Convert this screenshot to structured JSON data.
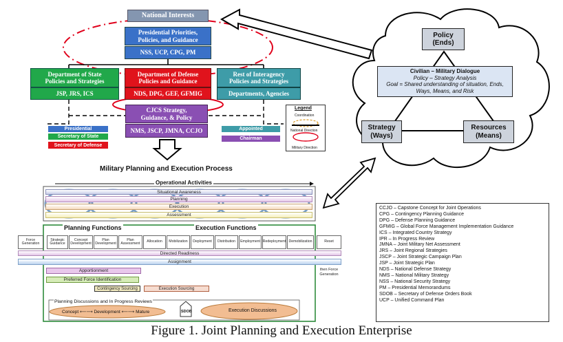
{
  "national": {
    "interests": "National Interests",
    "presidential_line1": "Presidential Priorities,",
    "presidential_line2": "Policies, and Guidance",
    "presidential_docs": "NSS, UCP, CPG, PM"
  },
  "state": {
    "line1": "Department of State",
    "line2": "Policies and Strategies",
    "docs": "JSP, JRS, ICS"
  },
  "defense": {
    "line1": "Department of  Defense",
    "line2": "Policies and Guidance",
    "docs": "NDS, DPG, GEF, GFMIG"
  },
  "interagency": {
    "line1": "Rest of Interagency",
    "line2": "Policies and Strategies",
    "docs": "Departments, Agencies"
  },
  "cjcs": {
    "line1": "CJCS Strategy,",
    "line2": "Guidance, & Policy",
    "docs": "NMS, JSCP, JMNA, CCJO"
  },
  "left_legend": {
    "presidential": "Presidential",
    "secstate": "Secretary of State",
    "secdef": "Secretary of Defense"
  },
  "right_legend": {
    "appointed": "Appointed",
    "chairman": "Chairman"
  },
  "legend": {
    "title": "Legend",
    "coordination": "Coordination",
    "national_direction": "National Direction",
    "military_direction": "Military Direction"
  },
  "cloud": {
    "policy_line1": "Policy",
    "policy_line2": "(Ends)",
    "strategy_line1": "Strategy",
    "strategy_line2": "(Ways)",
    "resources_line1": "Resources",
    "resources_line2": "(Means)",
    "dialogue_title": "Civilian – Military  Dialogue",
    "dialogue_line2": "Policy – Strategy Analysis",
    "dialogue_line3": "Goal = Shared understanding of situation,  Ends,",
    "dialogue_line4": "Ways, Means, and Risk"
  },
  "process": {
    "title": "Military Planning and Execution Process",
    "operational_activities": "Operational Activities",
    "situational_awareness": "Situational Awareness",
    "planning": "Planning",
    "execution": "Execution",
    "assessment": "Assessment",
    "planning_functions": "Planning Functions",
    "execution_functions": "Execution Functions",
    "columns": [
      "Force Generation",
      "Strategic Guidance",
      "Concept Development",
      "Plan Development",
      "Plan Assessment",
      "Allocation",
      "Mobilization",
      "Deployment",
      "Distribution",
      "Employment",
      "Redeployment",
      "Demobilization",
      "Reset"
    ],
    "directed_readiness": "Directed Readiness",
    "assignment": "Assignment",
    "apportionment": "Apportionment",
    "preferred_force": "Preferred Force Identification",
    "contingency_sourcing": "Contingency Sourcing",
    "execution_sourcing": "Execution Sourcing",
    "then_force_line1": "then Force",
    "then_force_line2": "Generation",
    "planning_discussions": "Planning Discussions and In Progress Reviews",
    "concept": "Concept",
    "development": "Development",
    "mature": "Mature",
    "sdob": "SDOB",
    "execution_discussions": "Execution Discussions"
  },
  "glossary": [
    "CCJO – Capstone Concept for Joint Operations",
    "CPG – Contingency Planning Guidance",
    "DPG – Defense Planning Guidance",
    "GFMIG – Global Force Management Implementation Guidance",
    "ICS – Integrated Country Strategy",
    "IPR – In Progress Review",
    "JMNA – Joint Military Net Assessment",
    "JRS – Joint Regional Strategies",
    "JSCP – Joint Strategic Campaign Plan",
    "JSP – Joint Strategic Plan",
    "NDS – National Defense Strategy",
    "NMS – National Military Strategy",
    "NSS – National Security Strategy",
    "PM – Presidential Memorandums",
    "SDOB – Secretary of Defense Orders Book",
    "UCP – Unified Command Plan"
  ],
  "caption": "Figure 1.  Joint Planning and Execution Enterprise"
}
